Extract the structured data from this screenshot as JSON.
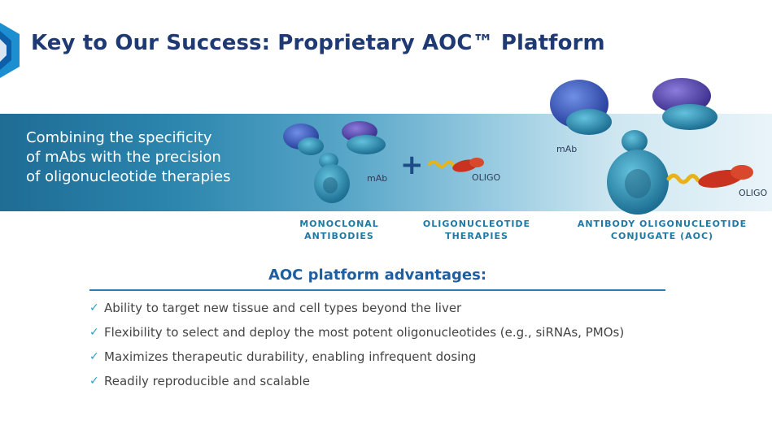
{
  "header": {
    "title": "Key to Our Success: Proprietary AOC™ Platform",
    "logo_icon": "chevron-logo-icon"
  },
  "banner": {
    "lines": [
      "Combining the specificity",
      "of mAbs with the precision",
      "of oligonucleotide therapies"
    ]
  },
  "diagram": {
    "mab_label": "mAb",
    "plus": "+",
    "oligo_label": "OLIGO",
    "aoc_mab_label": "mAb",
    "aoc_oligo_label": "OLIGO",
    "captions": {
      "monoclonal": [
        "MONOCLONAL",
        "ANTIBODIES"
      ],
      "oligo": [
        "OLIGONUCLEOTIDE",
        "THERAPIES"
      ],
      "aoc": [
        "ANTIBODY OLIGONUCLEOTIDE",
        "CONJUGATE (AOC)"
      ]
    }
  },
  "advantages": {
    "heading": "AOC platform advantages:",
    "check_icon": "check-icon",
    "items": [
      "Ability to target new tissue and cell types beyond the liver",
      "Flexibility to select and deploy the most potent oligonucleotides (e.g., siRNAs, PMOs)",
      "Maximizes therapeutic durability, enabling infrequent dosing",
      "Readily reproducible and scalable"
    ]
  },
  "colors": {
    "title": "#1f3a73",
    "caption": "#1e7aa5",
    "heading": "#1e5fa1",
    "check": "#2d9fc7",
    "antibody_dark": "#2f53b0",
    "antibody_teal": "#2a8aab",
    "oligo_red": "#c8321f",
    "oligo_yellow": "#e8b21a"
  }
}
